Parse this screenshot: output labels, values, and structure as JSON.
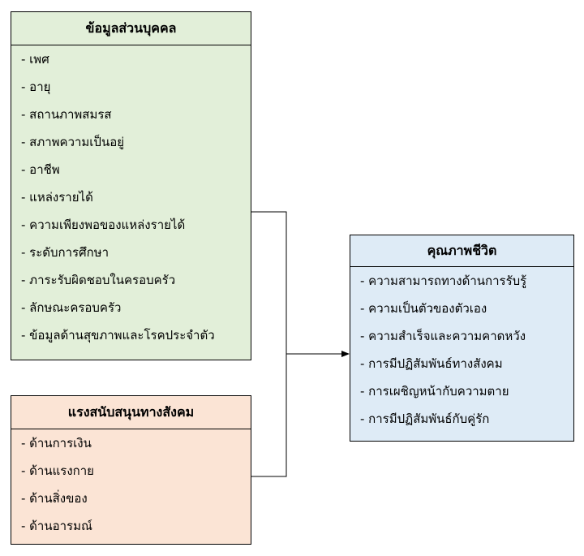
{
  "personal": {
    "title": "ข้อมูลส่วนบุคคล",
    "items": [
      "- เพศ",
      "- อายุ",
      "- สถานภาพสมรส",
      "- สภาพความเป็นอยู่",
      "- อาชีพ",
      "- แหล่งรายได้",
      "- ความเพียงพอของแหล่งรายได้",
      "- ระดับการศึกษา",
      "- ภาระรับผิดชอบในครอบครัว",
      "- ลักษณะครอบครัว",
      "- ข้อมูลด้านสุขภาพและโรคประจำตัว"
    ]
  },
  "support": {
    "title": "แรงสนับสนุนทางสังคม",
    "items": [
      "- ด้านการเงิน",
      "- ด้านแรงกาย",
      "- ด้านสิ่งของ",
      "- ด้านอารมณ์"
    ]
  },
  "quality": {
    "title": "คุณภาพชีวิต",
    "items": [
      "- ความสามารถทางด้านการรับรู้",
      "- ความเป็นตัวของตัวเอง",
      "- ความสำเร็จและความคาดหวัง",
      "- การมีปฏิสัมพันธ์ทางสังคม",
      "- การเผชิญหน้ากับความตาย",
      "- การมีปฏิสัมพันธ์กับคู่รัก"
    ]
  },
  "colors": {
    "personal": "#e2efd9",
    "support": "#fbe4d5",
    "quality": "#deebf6"
  }
}
